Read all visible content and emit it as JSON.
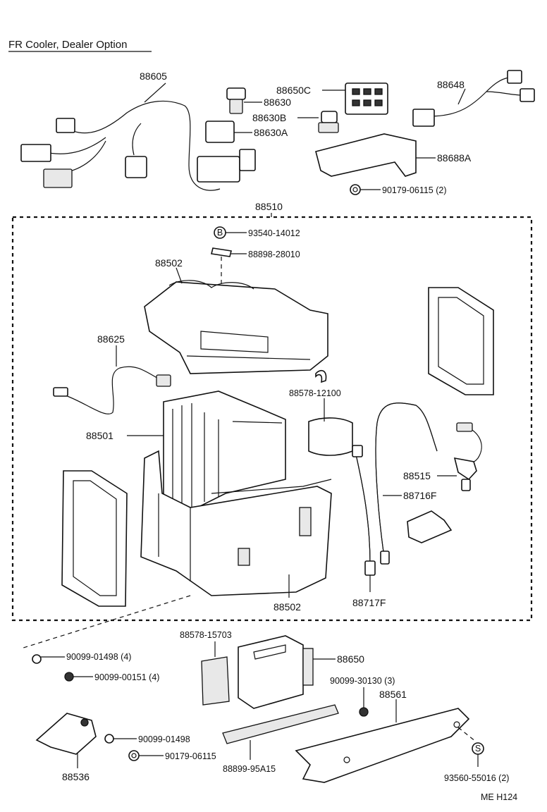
{
  "title": "FR  Cooler, Dealer Option",
  "footer_code": "ME  H124",
  "assembly_label": "88510",
  "parts": {
    "p88605": "88605",
    "p88630": "88630",
    "p88630A": "88630A",
    "p88630B": "88630B",
    "p88650C": "88650C",
    "p88648": "88648",
    "p88688A": "88688A",
    "p90179_06115_2": "90179-06115 (2)",
    "p93540": "93540-14012",
    "p88898": "88898-28010",
    "p88502_top": "88502",
    "p88625": "88625",
    "p88578_12100": "88578-12100",
    "p88501": "88501",
    "p88515": "88515",
    "p88716F": "88716F",
    "p88502_bottom": "88502",
    "p88717F": "88717F",
    "p88578_15703": "88578-15703",
    "p88650": "88650",
    "p90099_01498_4": "90099-01498 (4)",
    "p90099_00151_4": "90099-00151 (4)",
    "p90099_30130_3": "90099-30130 (3)",
    "p88561": "88561",
    "p90099_01498": "90099-01498",
    "p90179_06115": "90179-06115",
    "p88899": "88899-95A15",
    "p88536": "88536",
    "p93560": "93560-55016 (2)"
  },
  "markers": {
    "bolt": "B",
    "screw": "S"
  }
}
